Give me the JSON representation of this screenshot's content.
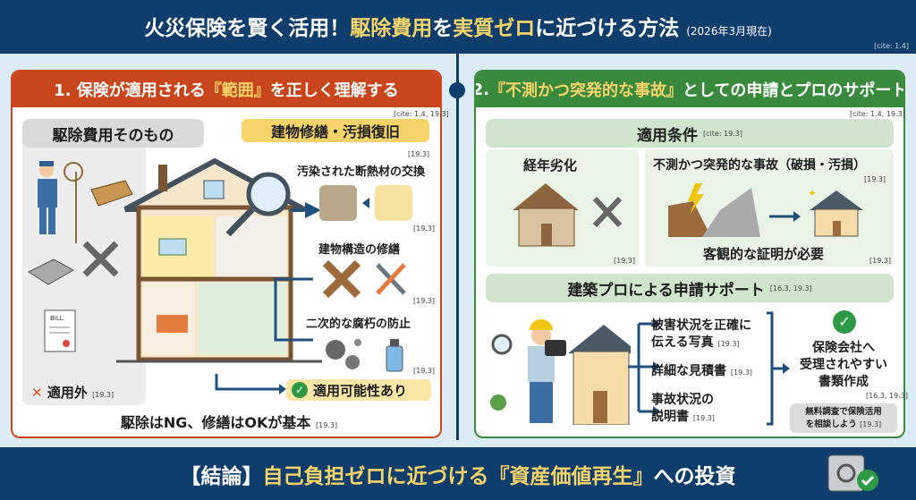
{
  "header": {
    "title_part1": "火災保険を賢く活用！",
    "title_part2": "駆除費用",
    "title_part3": "を",
    "title_part4": "実質ゼロ",
    "title_part5": "に近づける方法",
    "date": "(2026年3月現在)",
    "cite": "[cite: 1.4]"
  },
  "left": {
    "heading_num": "1. 保険が適用される",
    "heading_hl": "『範囲』",
    "heading_rest": "を正しく理解する",
    "cite": "[cite: 1.4, 19.3]",
    "excluded_title": "駆除費用そのもの",
    "bill_label": "BILL",
    "excluded_label": "適用外",
    "excluded_cite": "[19.3]",
    "covered_title": "建物修繕・汚損復旧",
    "covered_cite": "[19.3]",
    "items": [
      {
        "label": "汚染された断熱材の交換",
        "cite": "[19.3]"
      },
      {
        "label": "建物構造の修繕",
        "cite": "[19.3]"
      },
      {
        "label": "二次的な腐朽の防止",
        "cite": "[19.3]"
      }
    ],
    "covered_badge": "適用可能性あり",
    "summary": "駆除はNG、修繕はOKが基本",
    "summary_cite": "[19.3]"
  },
  "right": {
    "heading_num": "2.",
    "heading_hl": "『不測かつ突発的な事故』",
    "heading_rest": "としての申請とプロのサポート",
    "cite": "[cite: 1.4, 19.3]",
    "conditions_title": "適用条件",
    "conditions_cite": "[cite: 19.3]",
    "aging": "経年劣化",
    "aging_cite": "[19.3]",
    "accident": "不測かつ突発的な事故（破損・汚損）",
    "accident_cite": "[19.3]",
    "proof": "客観的な証明が必要",
    "proof_cite": "[19.3]",
    "support_title": "建築プロによる申請サポート",
    "support_cite": "[16.3, 19.3]",
    "support_items": [
      {
        "line1": "被害状況を正確に",
        "line2": "伝える写真",
        "cite": "[19.3]"
      },
      {
        "line1": "詳細な見積書",
        "line2": "",
        "cite": "[19.3]"
      },
      {
        "line1": "事故状況の",
        "line2": "説明書",
        "cite": "[19.3]"
      }
    ],
    "result_lines": [
      "保険会社へ",
      "受理されやすい",
      "書類作成"
    ],
    "result_cite": "[16.3, 19.3]",
    "cta_line1": "無料調査で保険活用",
    "cta_line2": "を相談しよう",
    "cta_cite": "[19.3]"
  },
  "footer": {
    "part1": "【結論】",
    "part2": "自己負担ゼロに近づける『資産価値再生』",
    "part3": "への投資"
  },
  "colors": {
    "navy": "#0f3e6c",
    "orange": "#c9461c",
    "green": "#3a8a3e",
    "yellow": "#f6d46a"
  }
}
